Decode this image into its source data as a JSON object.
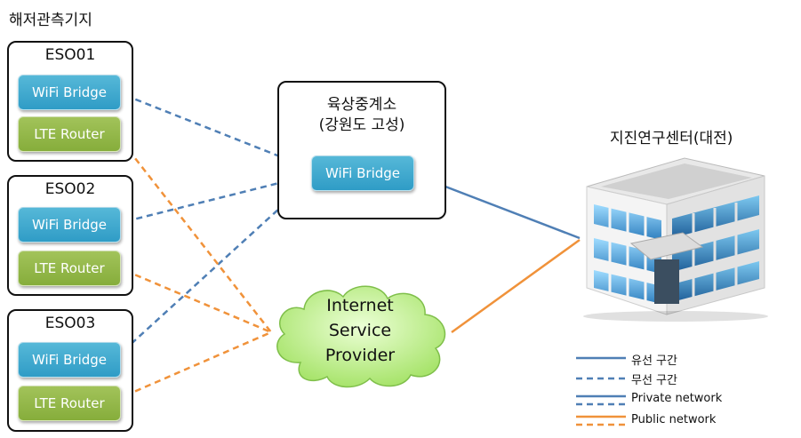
{
  "header": {
    "title": "해저관측기지"
  },
  "stations": [
    {
      "name": "ESO01",
      "wifi_label": "WiFi Bridge",
      "lte_label": "LTE Router"
    },
    {
      "name": "ESO02",
      "wifi_label": "WiFi Bridge",
      "lte_label": "LTE Router"
    },
    {
      "name": "ESO03",
      "wifi_label": "WiFi Bridge",
      "lte_label": "LTE Router"
    }
  ],
  "relay": {
    "title_line1": "육상중계소",
    "title_line2": "(강원도 고성)",
    "wifi_label": "WiFi Bridge"
  },
  "isp": {
    "line1": "Internet",
    "line2": "Service",
    "line3": "Provider"
  },
  "hq": {
    "title": "지진연구센터(대전)"
  },
  "legend": {
    "wired": "유선 구간",
    "wireless": "무선 구간",
    "private": "Private network",
    "public": "Public network"
  },
  "colors": {
    "private": "#4f7fb5",
    "public": "#f0923a",
    "wifi_chip": "#3aa6cf",
    "lte_chip": "#92b546",
    "cloud": "#bff08c"
  }
}
